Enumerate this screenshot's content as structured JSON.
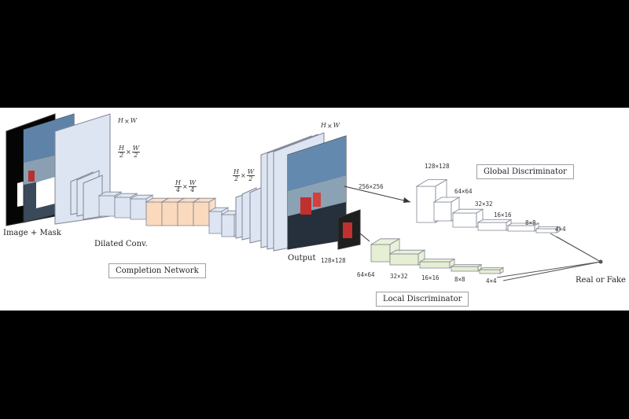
{
  "diagram": {
    "inputs_label": "Image + Mask",
    "dilated_label": "Dilated Conv.",
    "completion_network_label": "Completion Network",
    "output_label": "Output",
    "global_discriminator_label": "Global Discriminator",
    "local_discriminator_label": "Local Discriminator",
    "real_or_fake_label": "Real or Fake",
    "dims": {
      "input": {
        "a": "H",
        "b": "W"
      },
      "half": {
        "num_a": "H",
        "den_a": "2",
        "num_b": "W",
        "den_b": "2"
      },
      "quarter": {
        "num_a": "H",
        "den_a": "4",
        "num_b": "W",
        "den_b": "4"
      },
      "decoder_half": {
        "num_a": "H",
        "den_a": "2",
        "num_b": "W",
        "den_b": "2"
      },
      "output": {
        "a": "H",
        "b": "W"
      },
      "times": "×"
    },
    "global_sizes": [
      "128×128",
      "64×64",
      "32×32",
      "16×16",
      "8×8",
      "4×4"
    ],
    "global_input_size": "256×256",
    "local_input_size": "128×128",
    "local_sizes": [
      "64×64",
      "32×32",
      "16×16",
      "8×8",
      "4×4"
    ],
    "colors": {
      "encoder": "#dde5f3",
      "dilated": "#fad9bd",
      "global_layers": "#ffffff",
      "local_layers": "#e6eed3",
      "edge": "#7f8592"
    }
  }
}
